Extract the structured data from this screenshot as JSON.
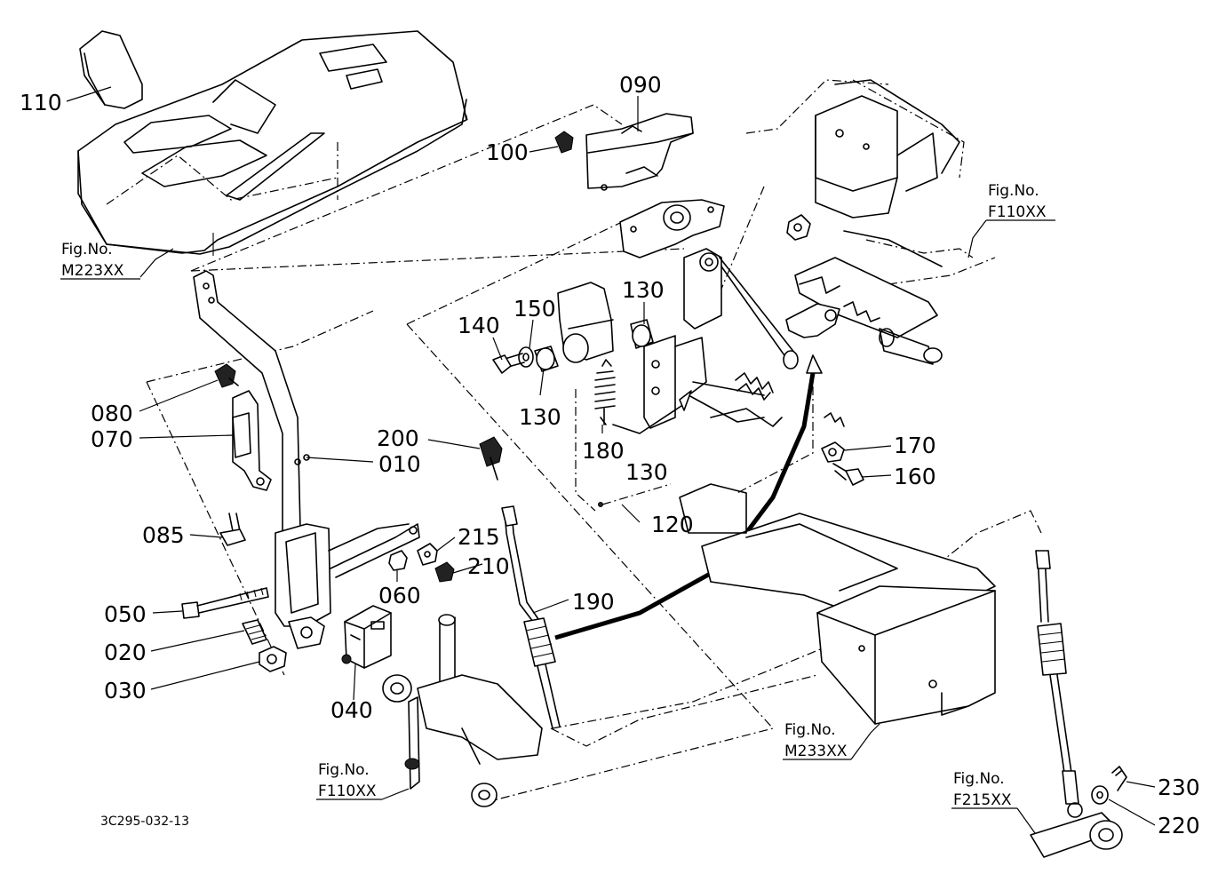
{
  "diagram": {
    "drawing_code": "3C295-032-13",
    "part_labels": [
      "110",
      "090",
      "100",
      "130",
      "150",
      "140",
      "130",
      "180",
      "130",
      "120",
      "080",
      "070",
      "010",
      "200",
      "085",
      "215",
      "210",
      "060",
      "190",
      "050",
      "020",
      "030",
      "040",
      "170",
      "160",
      "230",
      "220"
    ],
    "figure_refs": [
      {
        "line1": "Fig.No.",
        "line2": "M223XX"
      },
      {
        "line1": "Fig.No.",
        "line2": "F110XX"
      },
      {
        "line1": "Fig.No.",
        "line2": "F110XX"
      },
      {
        "line1": "Fig.No.",
        "line2": "M233XX"
      },
      {
        "line1": "Fig.No.",
        "line2": "F215XX"
      }
    ]
  }
}
